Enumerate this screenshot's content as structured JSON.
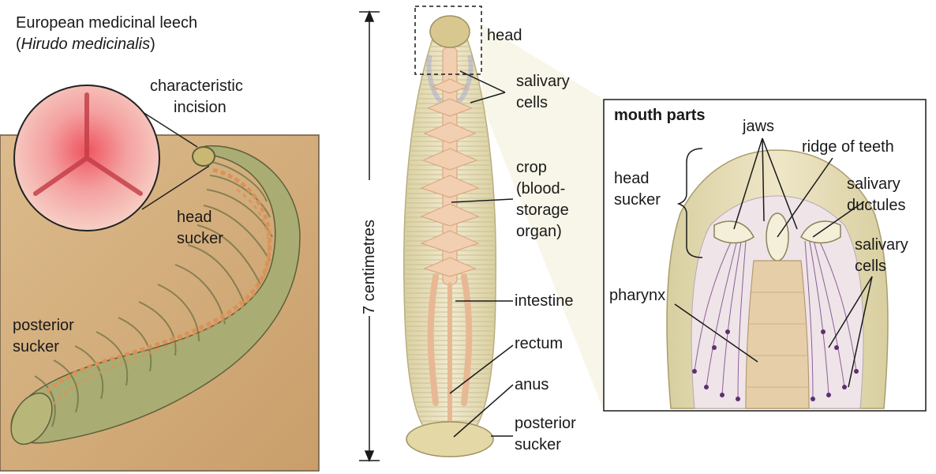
{
  "title": {
    "line1": "European medicinal leech",
    "sci_open": "(",
    "sci_name": "Hirudo medicinalis",
    "sci_close": ")"
  },
  "left_panel": {
    "characteristic_incision": [
      "characteristic",
      "incision"
    ],
    "head_sucker": [
      "head",
      "sucker"
    ],
    "posterior_sucker": [
      "posterior",
      "sucker"
    ]
  },
  "middle_panel": {
    "measure": "7 centimetres",
    "head": "head",
    "salivary_cells": [
      "salivary",
      "cells"
    ],
    "crop": [
      "crop",
      "(blood-",
      "storage",
      "organ)"
    ],
    "intestine": "intestine",
    "rectum": "rectum",
    "anus": "anus",
    "posterior_sucker": [
      "posterior",
      "sucker"
    ]
  },
  "inset": {
    "title": "mouth parts",
    "jaws": "jaws",
    "ridge_of_teeth": "ridge of teeth",
    "head_sucker": [
      "head",
      "sucker"
    ],
    "salivary_ductules": [
      "salivary",
      "ductules"
    ],
    "salivary_cells": [
      "salivary",
      "cells"
    ],
    "pharynx": "pharynx"
  },
  "colors": {
    "body_olive": "#c9c48a",
    "band_orange": "#d9925a",
    "background_tan": "#d8b483",
    "incision_red": "#e8505a",
    "gut_pink": "#f2cfb0",
    "gland_purple": "#7a4a8c"
  }
}
